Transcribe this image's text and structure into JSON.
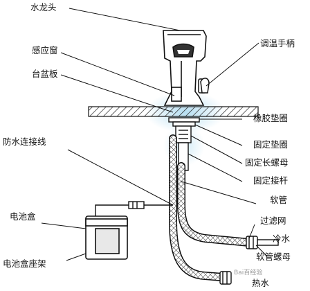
{
  "labels": {
    "faucet": "水龙头",
    "sensor_window": "感应窗",
    "countertop": "台盆板",
    "waterproof_wire": "防水连接线",
    "battery_box": "电池盒",
    "battery_box_holder": "电池盒座架",
    "temp_handle": "调温手柄",
    "rubber_gasket": "橡胶垫圈",
    "fixing_gasket": "固定垫圈",
    "fixing_long_nut": "固定长螺母",
    "fixing_rod": "固定接杆",
    "hose": "软管",
    "filter": "过滤网",
    "cold_water": "冷水",
    "hose_nut": "软管螺母",
    "hot_water": "热水"
  },
  "watermark": "Bai百经验",
  "colors": {
    "line": "#111111",
    "hatch": "#222222",
    "glow": "#a9d8ef"
  }
}
